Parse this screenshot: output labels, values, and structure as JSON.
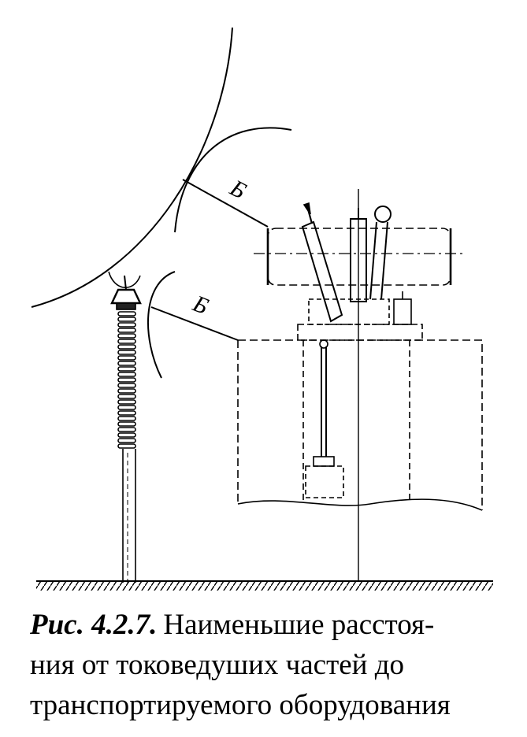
{
  "figure": {
    "labels": {
      "upper_distance": "Б",
      "lower_distance": "Б"
    }
  },
  "caption": {
    "ref": "Рис. 4.2.7.",
    "line1": "Наименьшие расстоя-",
    "line2": "ния от токоведуших частей до",
    "line3": "транспортируемого оборудования"
  }
}
